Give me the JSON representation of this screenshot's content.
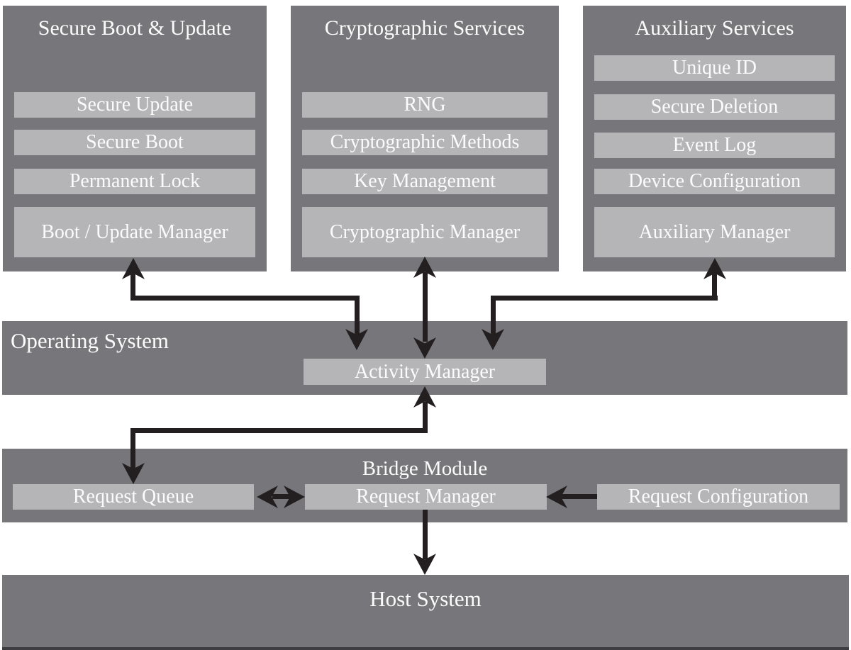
{
  "colors": {
    "band_gray": "#77777b",
    "box_gray": "#b5b5b7",
    "text_white": "#fbfbfb",
    "arrow_black": "#231f20",
    "background": "#ffffff",
    "host_bottom_edge": "#3e3e42"
  },
  "modules": [
    {
      "title": "Secure Boot & Update",
      "items": [
        "Secure Update",
        "Secure Boot",
        "Permanent Lock"
      ],
      "manager": "Boot / Update Manager"
    },
    {
      "title": "Cryptographic Services",
      "items": [
        "RNG",
        "Cryptographic Methods",
        "Key Management"
      ],
      "manager": "Cryptographic Manager"
    },
    {
      "title": "Auxiliary Services",
      "items": [
        "Unique ID",
        "Secure Deletion",
        "Event Log",
        "Device Configuration"
      ],
      "manager": "Auxiliary Manager"
    }
  ],
  "os_layer": {
    "label": "Operating System",
    "activity_manager": "Activity Manager"
  },
  "bridge": {
    "title": "Bridge Module",
    "request_queue": "Request Queue",
    "request_manager": "Request Manager",
    "request_configuration": "Request Configuration"
  },
  "host": {
    "label": "Host System"
  }
}
